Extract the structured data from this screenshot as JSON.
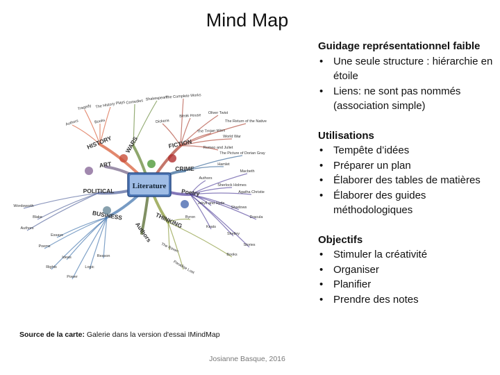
{
  "slide": {
    "title": "Mind Map",
    "source_label": "Source de la carte:",
    "source_text": " Galerie dans la version d'essai IMindMap",
    "footer": "Josianne Basque, 2016"
  },
  "sections": [
    {
      "title": "Guidage représentationnel faible",
      "items": [
        "Une seule structure : hiérarchie en étoile",
        "Liens:  ne sont pas nommés (association simple)"
      ]
    },
    {
      "title": "Utilisations",
      "items": [
        "Tempête d’idées",
        "Préparer un plan",
        "Élaborer des tables de matières",
        "Élaborer des guides méthodologiques"
      ]
    },
    {
      "title": "Objectifs",
      "items": [
        "Stimuler la créativité",
        "Organiser",
        "Planifier",
        "Prendre des notes"
      ]
    }
  ],
  "mindmap": {
    "center": "Literature",
    "branches": [
      {
        "label": "HISTORY",
        "color": "#d8603c"
      },
      {
        "label": "ART",
        "color": "#7a6a8c"
      },
      {
        "label": "POLITICAL",
        "color": "#5a6aa0"
      },
      {
        "label": "BUSINESS",
        "color": "#4a7ab0"
      },
      {
        "label": "WARS",
        "color": "#6a8a3c"
      },
      {
        "label": "FICTION",
        "color": "#b04a3a"
      },
      {
        "label": "CRIME",
        "color": "#3a6a9a"
      },
      {
        "label": "Poetry",
        "color": "#5a4aa0"
      },
      {
        "label": "THINKING",
        "color": "#8a9a3a"
      },
      {
        "label": "Authors",
        "color": "#556b2f"
      }
    ],
    "leaves": [
      "Tragedy",
      "The History Plays",
      "Comedies",
      "Shakespeare",
      "The Complete Works",
      "Authors",
      "Books",
      "Dickens",
      "Bleak House",
      "Oliver Twist",
      "The Trojan Wars",
      "World War",
      "The Return of the Native",
      "Romeo and Juliet",
      "The Picture of Dorian Gray",
      "Hamlet",
      "Macbeth",
      "Authors",
      "Sherlock Holmes",
      "Agatha Christie",
      "Jekyll and Hyde",
      "Shadows",
      "Dracula",
      "Byron",
      "Keats",
      "Shelley",
      "Stories",
      "Books",
      "The Raven",
      "Paradise Lost",
      "Wordsworth",
      "Blake",
      "Authors",
      "Essays",
      "Poems",
      "Ideas",
      "Rights",
      "Power",
      "Logic",
      "Reason"
    ]
  }
}
